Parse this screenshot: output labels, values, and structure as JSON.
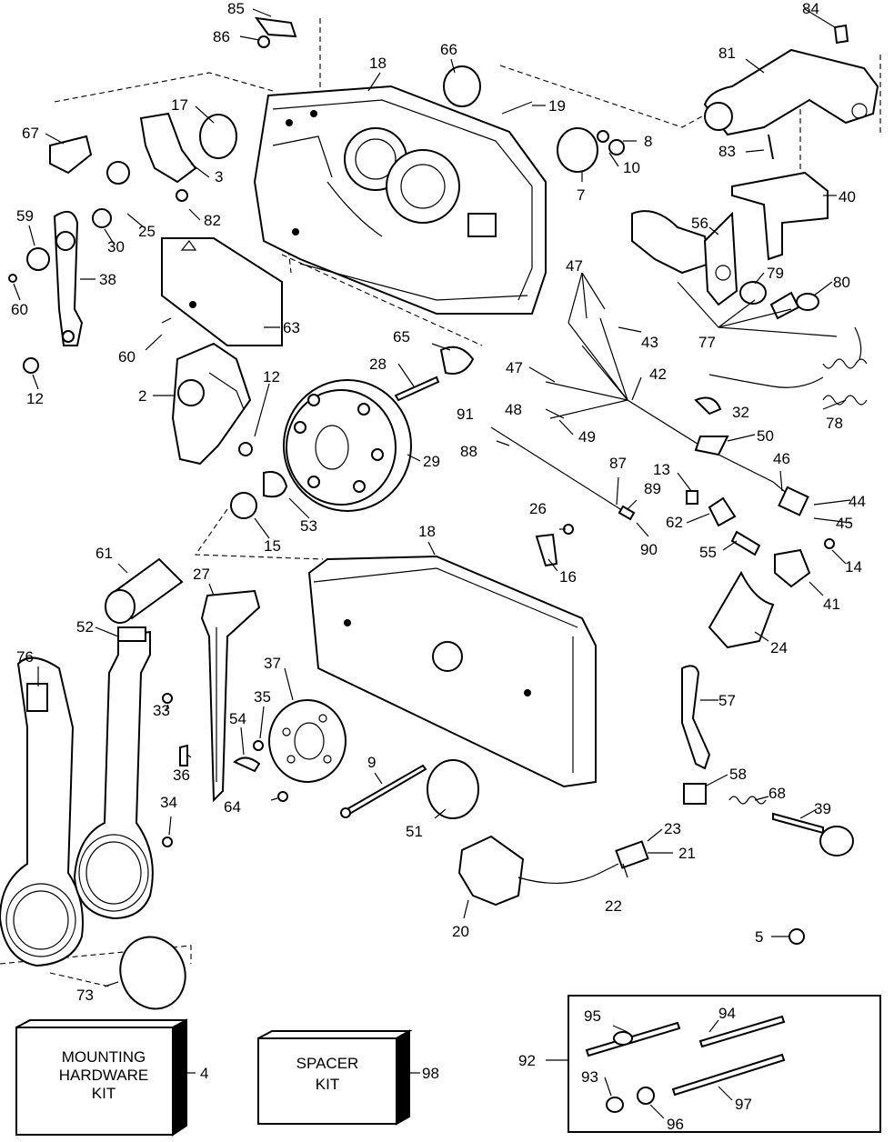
{
  "callouts": {
    "c2": "2",
    "c3": "3",
    "c4": "4",
    "c5": "5",
    "c7": "7",
    "c8": "8",
    "c9": "9",
    "c10": "10",
    "c12a": "12",
    "c12b": "12",
    "c13": "13",
    "c14": "14",
    "c15": "15",
    "c16": "16",
    "c17": "17",
    "c18a": "18",
    "c18b": "18",
    "c19": "19",
    "c20": "20",
    "c21": "21",
    "c22": "22",
    "c23": "23",
    "c24": "24",
    "c25": "25",
    "c26": "26",
    "c27": "27",
    "c28": "28",
    "c29": "29",
    "c30": "30",
    "c32": "32",
    "c33": "33",
    "c34": "34",
    "c35": "35",
    "c36": "36",
    "c37": "37",
    "c38": "38",
    "c39": "39",
    "c40": "40",
    "c41": "41",
    "c42": "42",
    "c43": "43",
    "c44": "44",
    "c45": "45",
    "c46": "46",
    "c47a": "47",
    "c47b": "47",
    "c48": "48",
    "c49": "49",
    "c50": "50",
    "c51": "51",
    "c52": "52",
    "c53": "53",
    "c54": "54",
    "c55": "55",
    "c56": "56",
    "c57": "57",
    "c58": "58",
    "c59": "59",
    "c60a": "60",
    "c60b": "60",
    "c61": "61",
    "c62": "62",
    "c63": "63",
    "c64": "64",
    "c65": "65",
    "c66": "66",
    "c67": "67",
    "c68": "68",
    "c73": "73",
    "c76": "76",
    "c77": "77",
    "c78": "78",
    "c79": "79",
    "c80": "80",
    "c81": "81",
    "c82": "82",
    "c83": "83",
    "c84": "84",
    "c85": "85",
    "c86": "86",
    "c87": "87",
    "c88": "88",
    "c89": "89",
    "c90": "90",
    "c91": "91",
    "c92": "92",
    "c93": "93",
    "c94": "94",
    "c95": "95",
    "c96": "96",
    "c97": "97",
    "c98": "98"
  },
  "kits": {
    "mounting_line1": "MOUNTING",
    "mounting_line2": "HARDWARE",
    "mounting_line3": "KIT",
    "spacer_line1": "SPACER",
    "spacer_line2": "KIT"
  }
}
